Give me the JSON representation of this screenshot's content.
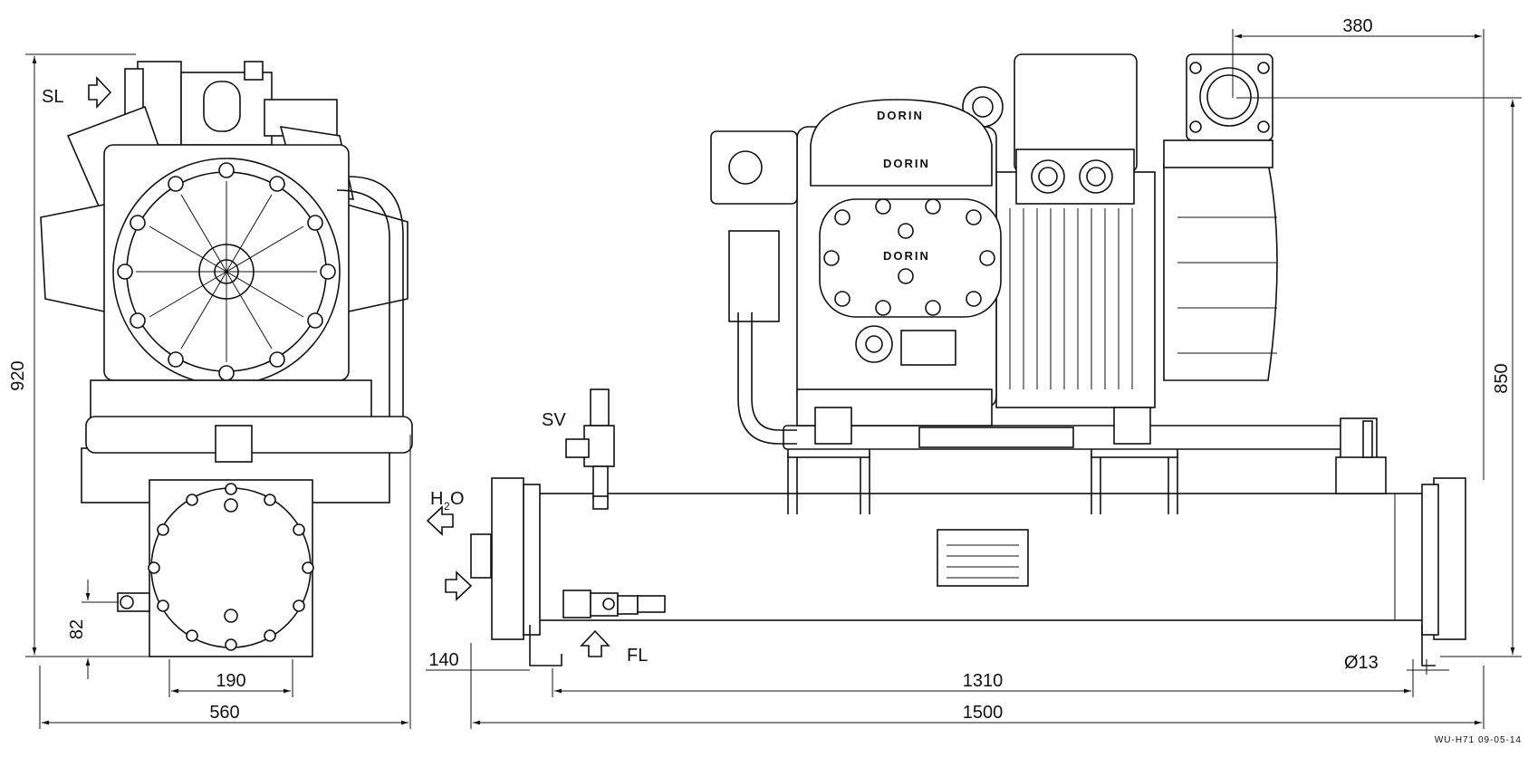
{
  "drawing": {
    "code": "WU-H71  09-05-14",
    "brand": "DORIN",
    "labels": {
      "suction_line": "SL",
      "safety_valve": "SV",
      "water": "H",
      "water_sub": "2",
      "water_end": "O",
      "filling": "FL",
      "diameter": "Ø13"
    },
    "dimensions": {
      "side_height": "920",
      "side_width": "560",
      "feet_spacing": "190",
      "valve_height": "82",
      "top_offset": "380",
      "front_height": "850",
      "front_offset": "140",
      "feet_length": "1310",
      "overall_length": "1500"
    }
  }
}
